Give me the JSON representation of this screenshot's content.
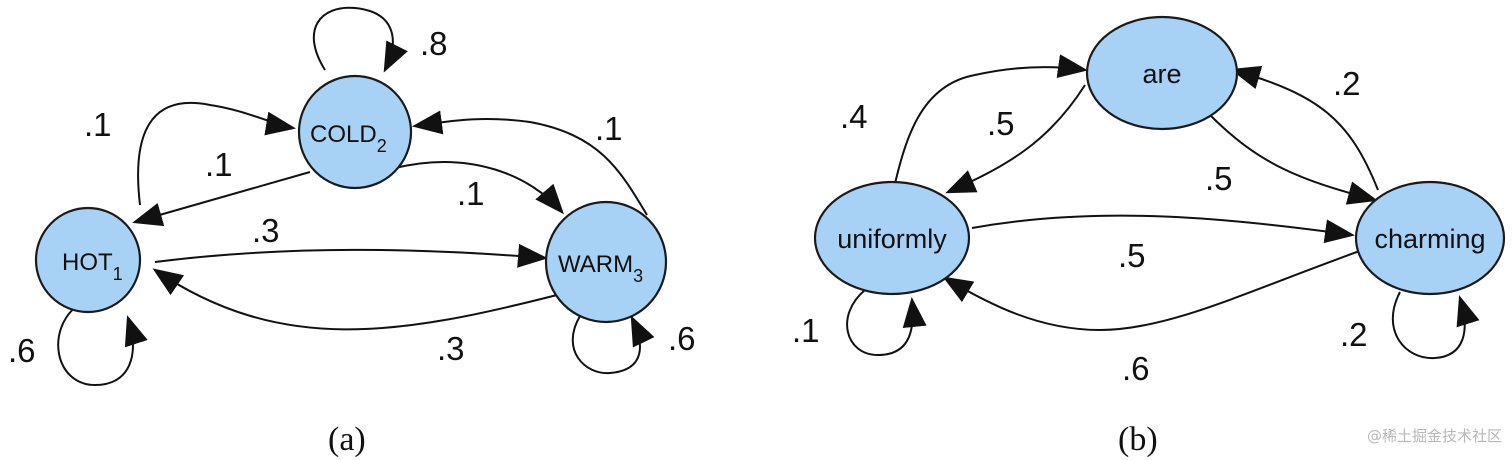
{
  "diagram_a": {
    "caption": "(a)",
    "nodes": [
      {
        "id": "hot",
        "label": "HOT",
        "sub": "1"
      },
      {
        "id": "cold",
        "label": "COLD",
        "sub": "2"
      },
      {
        "id": "warm",
        "label": "WARM",
        "sub": "3"
      }
    ],
    "edges": [
      {
        "from": "hot",
        "to": "hot",
        "prob": ".6"
      },
      {
        "from": "cold",
        "to": "cold",
        "prob": ".8"
      },
      {
        "from": "warm",
        "to": "warm",
        "prob": ".6"
      },
      {
        "from": "hot",
        "to": "cold",
        "prob": ".1"
      },
      {
        "from": "cold",
        "to": "hot",
        "prob": ".1"
      },
      {
        "from": "cold",
        "to": "warm",
        "prob": ".1"
      },
      {
        "from": "warm",
        "to": "cold",
        "prob": ".1"
      },
      {
        "from": "hot",
        "to": "warm",
        "prob": ".3"
      },
      {
        "from": "warm",
        "to": "hot",
        "prob": ".3"
      }
    ]
  },
  "diagram_b": {
    "caption": "(b)",
    "nodes": [
      {
        "id": "are",
        "label": "are"
      },
      {
        "id": "uniformly",
        "label": "uniformly"
      },
      {
        "id": "charming",
        "label": "charming"
      }
    ],
    "edges": [
      {
        "from": "uniformly",
        "to": "are",
        "prob": ".4"
      },
      {
        "from": "are",
        "to": "uniformly",
        "prob": ".5"
      },
      {
        "from": "are",
        "to": "charming",
        "prob": ".5"
      },
      {
        "from": "charming",
        "to": "are",
        "prob": ".2"
      },
      {
        "from": "uniformly",
        "to": "charming",
        "prob": ".5"
      },
      {
        "from": "charming",
        "to": "uniformly",
        "prob": ".6"
      },
      {
        "from": "uniformly",
        "to": "uniformly",
        "prob": ".1"
      },
      {
        "from": "charming",
        "to": "charming",
        "prob": ".2"
      }
    ]
  },
  "watermark": "@稀土掘金技术社区"
}
